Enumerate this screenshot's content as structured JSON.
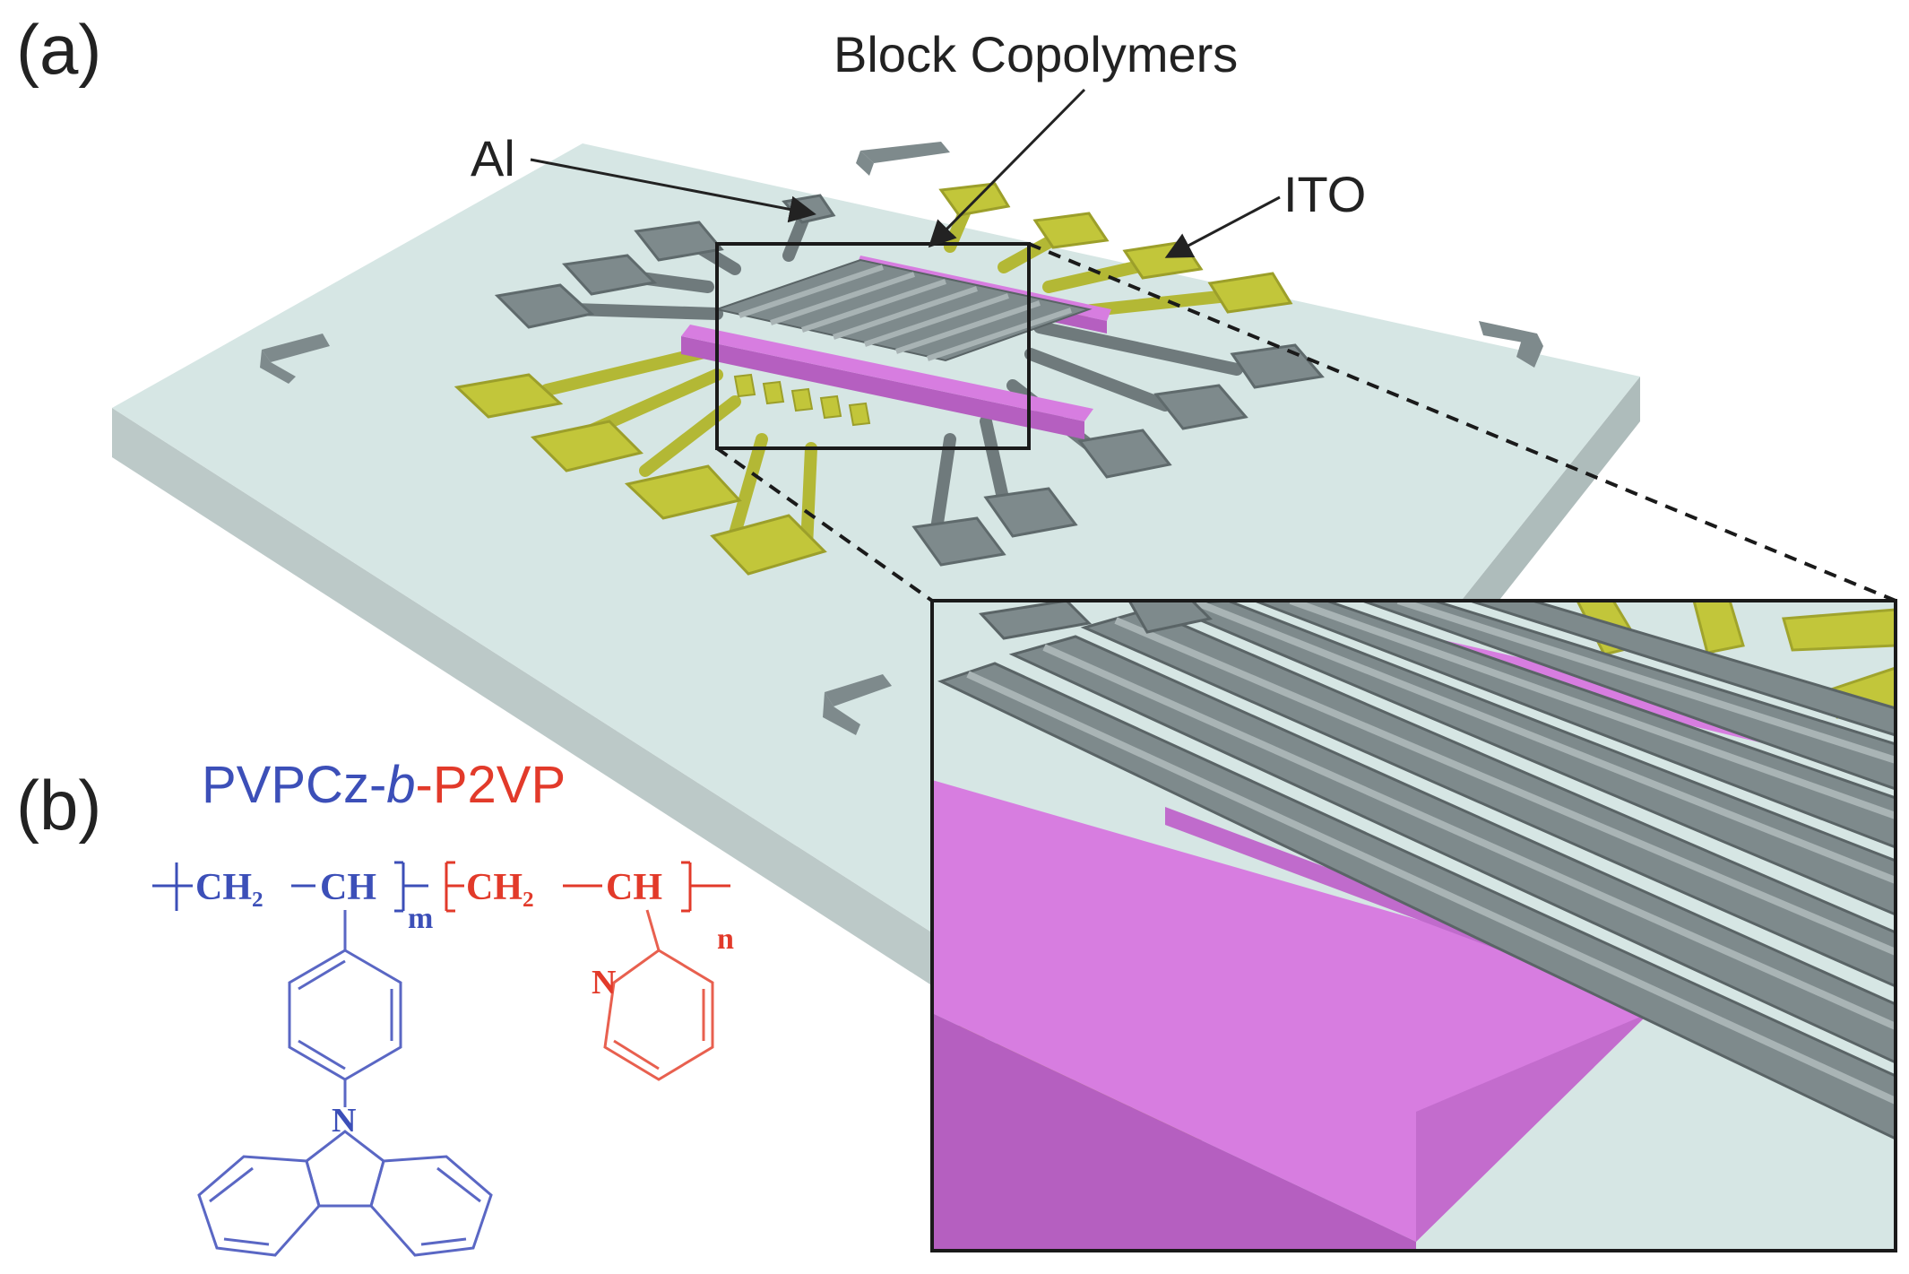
{
  "panels": {
    "a": "(a)",
    "b": "(b)"
  },
  "labels": {
    "block_copolymers": "Block Copolymers",
    "al": "Al",
    "ito": "ITO"
  },
  "polymer": {
    "name_part1": "PVPCz-",
    "name_part2": "b",
    "name_part3": "-P2VP",
    "left_ch2": "CH₂",
    "left_ch": "CH",
    "left_sub": "m",
    "right_ch2": "CH₂",
    "right_ch": "CH",
    "right_sub": "n",
    "nitrogen_carbazole": "N",
    "nitrogen_pyridine": "N"
  },
  "colors": {
    "pvpcz_blue": "#3c4fb8",
    "p2vp_red": "#e23a2a",
    "substrate": "#d6e6e4",
    "al_gray": "#7e8a8c",
    "ito_yellow": "#c2c63a",
    "copolymer_magenta": "#d77de0"
  }
}
